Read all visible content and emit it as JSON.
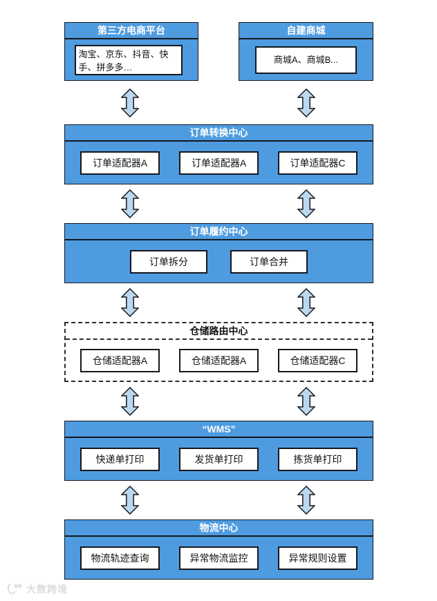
{
  "colors": {
    "section_fill": "#4E9BE0",
    "section_border": "#15171C",
    "node_fill": "#FFFFFF",
    "node_border": "#15171C",
    "arrow_fill": "#BDD7EE",
    "arrow_border": "#15171C",
    "header_text": "#FFFFFF",
    "dashed_border": "#2B2B2B",
    "watermark_gray": "#DCDCDC"
  },
  "top_row": [
    {
      "title": "第三方电商平台",
      "content": "淘宝、京东、抖音、快手、拼多多…"
    },
    {
      "title": "自建商城",
      "content": "商城A、商城B..."
    }
  ],
  "sections": [
    {
      "title": "订单转换中心",
      "style": "solid",
      "nodes": [
        "订单适配器A",
        "订单适配器A",
        "订单适配器C"
      ]
    },
    {
      "title": "订单履约中心",
      "style": "solid",
      "nodes": [
        "订单拆分",
        "订单合并"
      ]
    },
    {
      "title": "仓储路由中心",
      "style": "dashed",
      "nodes": [
        "仓储适配器A",
        "仓储适配器A",
        "仓储适配器C"
      ]
    },
    {
      "title": "“WMS”",
      "style": "solid",
      "nodes": [
        "快递单打印",
        "发货单打印",
        "拣货单打印"
      ]
    },
    {
      "title": "物流中心",
      "style": "solid",
      "nodes": [
        "物流轨迹查询",
        "异常物流监控",
        "异常规则设置"
      ]
    }
  ],
  "watermark": {
    "text": "大数跨境"
  }
}
